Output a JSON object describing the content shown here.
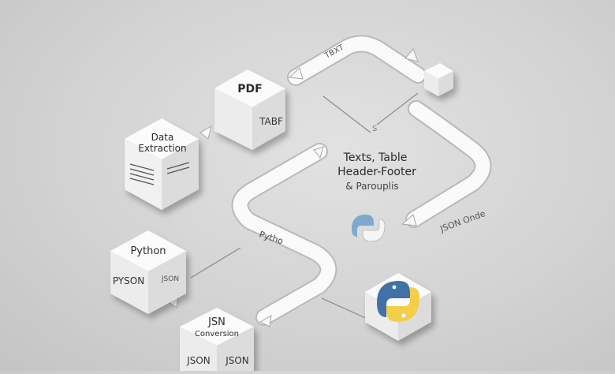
{
  "diagram": {
    "boxes": {
      "pdf": {
        "top": "PDF",
        "side": "TABF"
      },
      "data_extraction": {
        "line1": "Data",
        "line2": "Extraction"
      },
      "python": {
        "top": "Python",
        "side_left": "PYSON",
        "side_right": "JSON"
      },
      "json_conversion": {
        "line1": "JSN",
        "line2": "Conversion",
        "side_left": "JSON",
        "side_right": "JSON"
      }
    },
    "labels": {
      "path_top": "TBXT",
      "texts_line1": "Texts, Table",
      "texts_line2": "Header-Footer",
      "texts_line3": "& Parouplis",
      "path_middle": "Pytho",
      "json_output": "JSON Onde",
      "small_marker": "S"
    },
    "icons": [
      "python-logo-icon",
      "python-logo-small-icon",
      "document-lines-icon",
      "arrow-icon"
    ],
    "colors": {
      "background": "#d3d3d3",
      "cube_top": "#fbfbfb",
      "cube_left": "#ececec",
      "cube_right": "#dcdcdc",
      "python_blue": "#3f72a8",
      "python_yellow": "#f2cf47"
    }
  }
}
